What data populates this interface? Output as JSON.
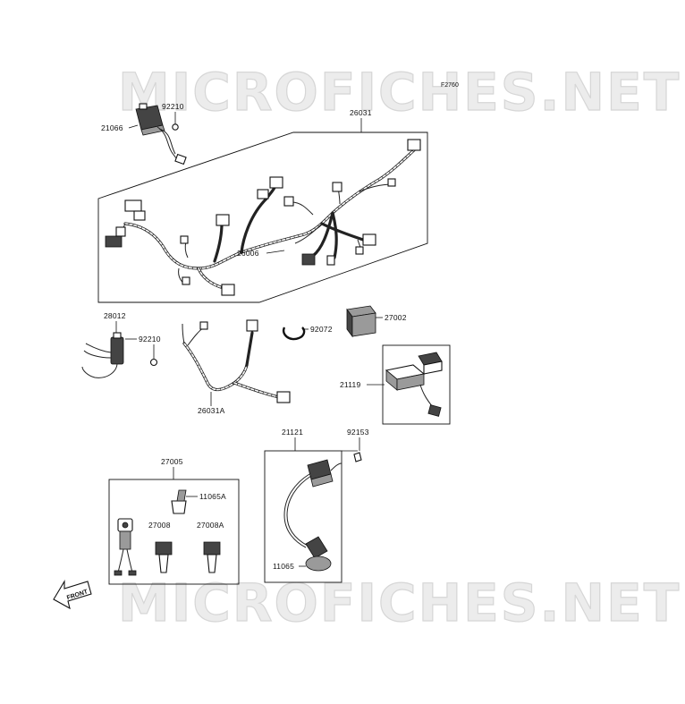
{
  "figure_code": "F2760",
  "watermark": "MICROFICHES.NET",
  "front_arrow": "FRONT",
  "parts": {
    "p21066": "21066",
    "p92210a": "92210",
    "p26031": "26031",
    "p26006": "26006",
    "p28012": "28012",
    "p92210b": "92210",
    "p26031A": "26031A",
    "p92072": "92072",
    "p27002": "27002",
    "p21119": "21119",
    "p21121": "21121",
    "p92153": "92153",
    "p27005": "27005",
    "p11065A": "11065A",
    "p27008": "27008",
    "p27008A": "27008A",
    "p11065": "11065"
  },
  "icons": [
    "rectifier-icon",
    "wiring-harness-icon",
    "switch-icon",
    "relay-icon",
    "cdi-unit-icon",
    "ignition-coil-icon",
    "ignition-switch-icon",
    "key-icon",
    "spark-plug-cap-icon",
    "front-arrow-icon"
  ]
}
